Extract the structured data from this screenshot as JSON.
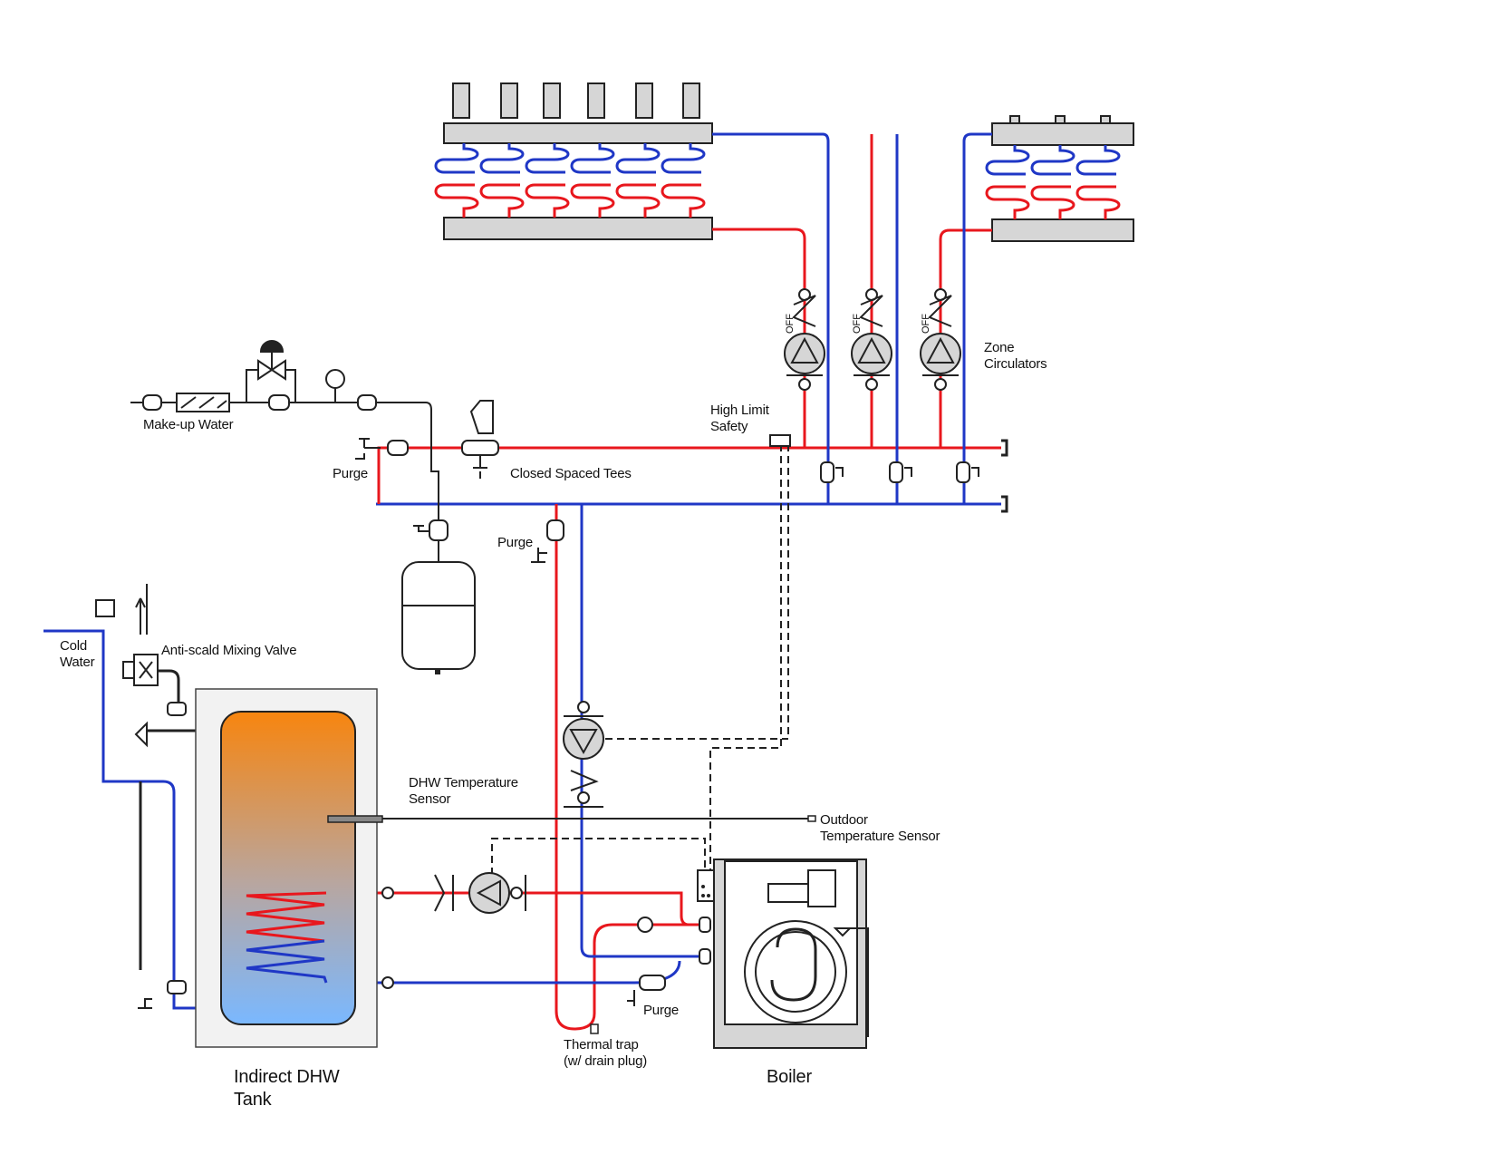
{
  "labels": {
    "makeup_water": "Make-up Water",
    "purge_left": "Purge",
    "closed_spaced_tees": "Closed Spaced Tees",
    "high_limit_safety": "High Limit\nSafety",
    "zone_circulators": "Zone\nCirculators",
    "purge_mid": "Purge",
    "cold_water": "Cold\nWater",
    "anti_scald": "Anti-scald Mixing Valve",
    "dhw_sensor": "DHW Temperature\nSensor",
    "outdoor_sensor": "Outdoor\nTemperature Sensor",
    "purge_bottom": "Purge",
    "thermal_trap": "Thermal trap\n(w/ drain plug)",
    "tank": "Indirect DHW\nTank",
    "boiler": "Boiler",
    "off": "OFF"
  },
  "colors": {
    "supply_hot": "#e8171d",
    "return_cold": "#1f37c6",
    "control_wiring": "#222222",
    "manifold_fill": "#d6d6d6",
    "tank_top": "#f7850f",
    "tank_bottom": "#7ab8ff"
  }
}
